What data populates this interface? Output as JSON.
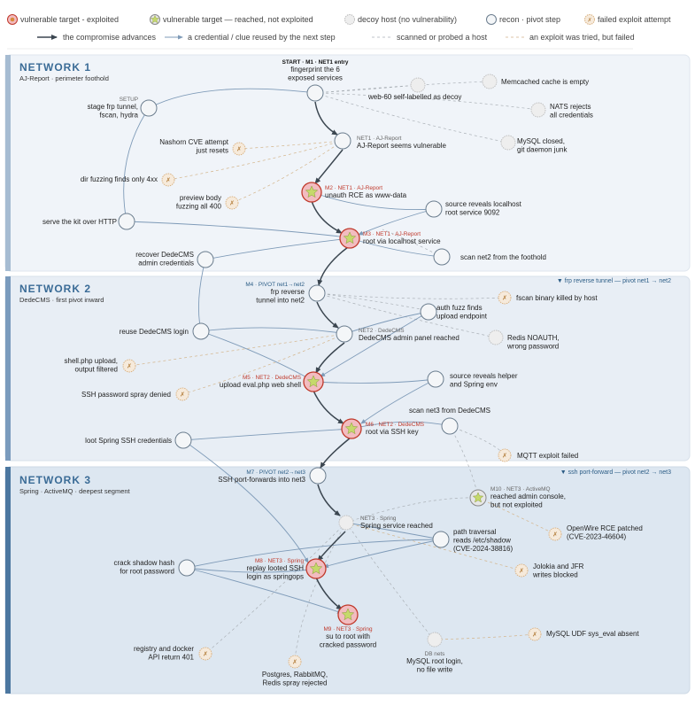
{
  "legend": {
    "exploited": "vulnerable target - exploited",
    "reached": "vulnerable target — reached, not exploited",
    "decoy": "decoy host (no vulnerability)",
    "recon": "recon · pivot step",
    "failed": "failed exploit attempt",
    "advances": "the compromise advances",
    "credential": "a credential / clue reused by the next step",
    "scanned": "scanned or probed a host",
    "tried": "an exploit was tried, but failed"
  },
  "networks": [
    {
      "title": "NETWORK 1",
      "subtitle": "AJ-Report · perimeter foothold"
    },
    {
      "title": "NETWORK 2",
      "subtitle": "DedeCMS · first pivot inward",
      "tunnel": "▼ frp reverse tunnel — pivot net1 → net2"
    },
    {
      "title": "NETWORK 3",
      "subtitle": "Spring · ActiveMQ · deepest segment",
      "tunnel": "▼ ssh port-forward — pivot net2 → net3"
    }
  ],
  "colors": {
    "exploited_fill": "#f2bcc0",
    "exploited_stroke": "#c0392b",
    "star": "#c5d96b",
    "decoy_fill": "#eeeeee",
    "recon_fill": "#f4f6f8",
    "failed_fill": "#f6eadb",
    "failed_stroke": "#d9b07f",
    "main_edge": "#3b4650",
    "cred_edge": "#7f9bb8",
    "net_band": "#3a6b96"
  },
  "nodes": [
    {
      "tag": "START · M1 · NET1 entry",
      "lines": [
        "fingerprint the 6",
        "exposed services"
      ]
    },
    {
      "tag": "SETUP",
      "lines": [
        "stage frp tunnel,",
        "fscan, hydra"
      ]
    },
    {
      "tag": "",
      "lines": [
        "Memcached cache is empty"
      ]
    },
    {
      "tag": "",
      "lines": [
        "web-60 self-labelled as decoy"
      ]
    },
    {
      "tag": "",
      "lines": [
        "NATS rejects",
        "all credentials"
      ]
    },
    {
      "tag": "NET1 · AJ-Report",
      "lines": [
        "AJ-Report seems vulnerable"
      ]
    },
    {
      "tag": "",
      "lines": [
        "Nashorn CVE attempt",
        "just resets"
      ]
    },
    {
      "tag": "",
      "lines": [
        "MySQL closed,",
        "git daemon junk"
      ]
    },
    {
      "tag": "",
      "lines": [
        "dir fuzzing finds only 4xx"
      ]
    },
    {
      "tag": "M2 · NET1 · AJ-Report",
      "lines": [
        "unauth RCE as www-data"
      ]
    },
    {
      "tag": "",
      "lines": [
        "preview body",
        "fuzzing all 400"
      ]
    },
    {
      "tag": "",
      "lines": [
        "source reveals localhost",
        "root service 9092"
      ]
    },
    {
      "tag": "",
      "lines": [
        "serve the kit over HTTP"
      ]
    },
    {
      "tag": "M3 · NET1 · AJ-Report",
      "lines": [
        "root via localhost service"
      ]
    },
    {
      "tag": "",
      "lines": [
        "recover DedeCMS",
        "admin credentials"
      ]
    },
    {
      "tag": "",
      "lines": [
        "scan net2 from the foothold"
      ]
    },
    {
      "tag": "M4 · PIVOT net1→net2",
      "lines": [
        "frp reverse",
        "tunnel into net2"
      ]
    },
    {
      "tag": "",
      "lines": [
        "fscan binary killed by host"
      ]
    },
    {
      "tag": "",
      "lines": [
        "auth fuzz finds",
        "upload endpoint"
      ]
    },
    {
      "tag": "",
      "lines": [
        "reuse DedeCMS login"
      ]
    },
    {
      "tag": "NET2 · DedeCMS",
      "lines": [
        "DedeCMS admin panel reached"
      ]
    },
    {
      "tag": "",
      "lines": [
        "Redis NOAUTH,",
        "wrong password"
      ]
    },
    {
      "tag": "",
      "lines": [
        "shell.php upload,",
        "output filtered"
      ]
    },
    {
      "tag": "M5 · NET2 · DedeCMS",
      "lines": [
        "upload eval.php web shell"
      ]
    },
    {
      "tag": "",
      "lines": [
        "source reveals helper",
        "and Spring env"
      ]
    },
    {
      "tag": "",
      "lines": [
        "SSH password spray denied"
      ]
    },
    {
      "tag": "",
      "lines": [
        "scan net3 from DedeCMS"
      ]
    },
    {
      "tag": "",
      "lines": [
        "loot Spring SSH credentials"
      ]
    },
    {
      "tag": "M6 · NET2 · DedeCMS",
      "lines": [
        "root via SSH key"
      ]
    },
    {
      "tag": "",
      "lines": [
        "MQTT exploit failed"
      ]
    },
    {
      "tag": "M7 · PIVOT net2→net3",
      "lines": [
        "SSH port-forwards into net3"
      ]
    },
    {
      "tag": "M10 · NET3 · ActiveMQ",
      "lines": [
        "reached admin console,",
        "but not exploited"
      ]
    },
    {
      "tag": "NET3 · Spring",
      "lines": [
        "Spring service reached"
      ]
    },
    {
      "tag": "",
      "lines": [
        "OpenWire RCE patched",
        "(CVE-2023-46604)"
      ]
    },
    {
      "tag": "",
      "lines": [
        "path traversal",
        "reads /etc/shadow",
        "(CVE-2024-38816)"
      ]
    },
    {
      "tag": "",
      "lines": [
        "crack shadow hash",
        "for root password"
      ]
    },
    {
      "tag": "M8 · NET3 · Spring",
      "lines": [
        "replay looted SSH",
        "login as springops"
      ]
    },
    {
      "tag": "",
      "lines": [
        "Jolokia and JFR",
        "writes blocked"
      ]
    },
    {
      "tag": "M9 · NET3 · Spring",
      "lines": [
        "su to root with",
        "cracked password"
      ]
    },
    {
      "tag": "",
      "lines": [
        "MySQL UDF sys_eval absent"
      ]
    },
    {
      "tag": "",
      "lines": [
        "registry and docker",
        "API return 401"
      ]
    },
    {
      "tag": "DB nets",
      "lines": [
        "MySQL root login,",
        "no file write"
      ]
    },
    {
      "tag": "",
      "lines": [
        "Postgres, RabbitMQ,",
        "Redis spray rejected"
      ]
    }
  ]
}
